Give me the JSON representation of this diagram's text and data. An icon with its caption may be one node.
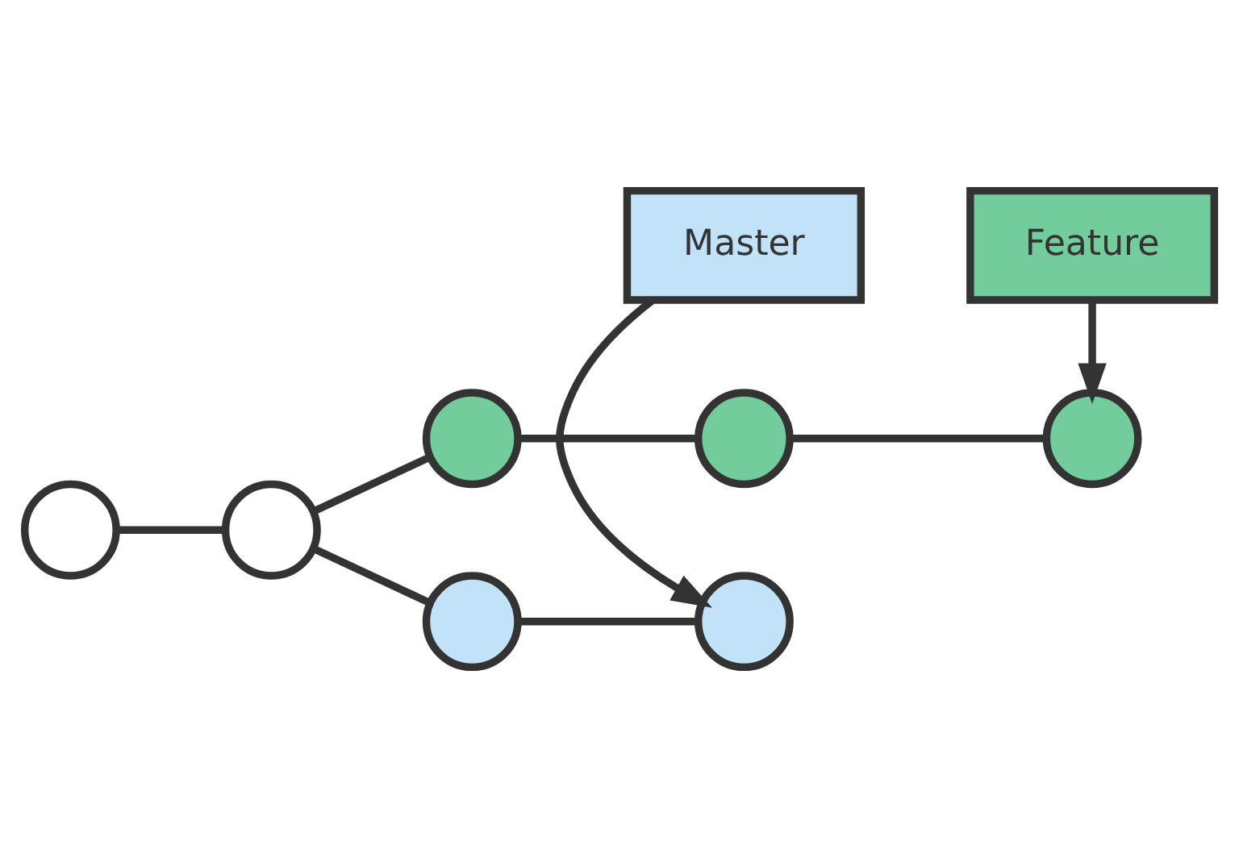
{
  "diagram": {
    "nodes": [
      {
        "text": [
          "Feature"
        ]
      },
      {
        "text": [],
        "shape": "circle"
      },
      {
        "text": [],
        "shape": "circle"
      },
      {
        "text": [],
        "shape": "circle"
      },
      {
        "text": [],
        "shape": "circle"
      },
      {
        "text": [],
        "shape": "circle"
      },
      {
        "text": [],
        "shape": "circle"
      },
      {
        "text": [],
        "shape": "circle"
      },
      {
        "text": [
          "Master"
        ]
      }
    ],
    "edges": [
      {
        "from": 1,
        "to": 2,
        "arrow": "none"
      },
      {
        "from": 2,
        "to": 3,
        "arrow": "none"
      },
      {
        "from": 3,
        "to": 4,
        "arrow": "none"
      },
      {
        "from": 4,
        "to": 5,
        "arrow": "none"
      },
      {
        "from": 2,
        "to": 6,
        "arrow": "none"
      },
      {
        "from": 6,
        "to": 7,
        "arrow": "none"
      },
      {
        "from": 0,
        "to": 5,
        "arrow": "to"
      },
      {
        "from": 8,
        "to": 7,
        "arrow": "to"
      }
    ]
  }
}
